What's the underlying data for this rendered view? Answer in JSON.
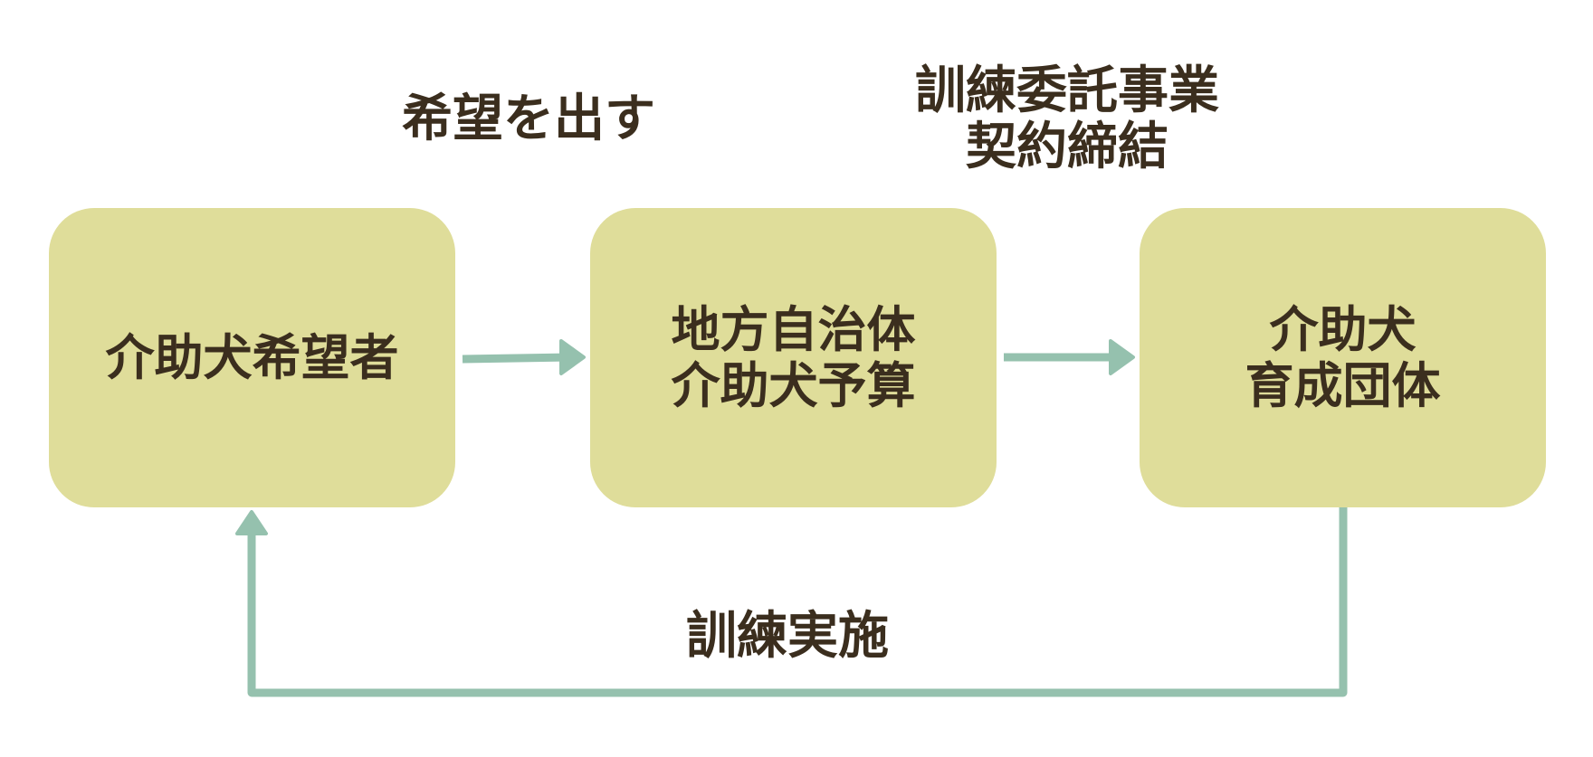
{
  "colors": {
    "box_fill": "#dfdd9a",
    "arrow": "#95c1ae",
    "text": "#3b2e1e"
  },
  "nodes": [
    {
      "lines": [
        "介助犬希望者"
      ]
    },
    {
      "lines": [
        "地方自治体",
        "介助犬予算"
      ]
    },
    {
      "lines": [
        "介助犬",
        "育成団体"
      ]
    }
  ],
  "edge_labels": {
    "request": "希望を出す",
    "contract": [
      "訓練委託事業",
      "契約締結"
    ],
    "training": "訓練実施"
  }
}
